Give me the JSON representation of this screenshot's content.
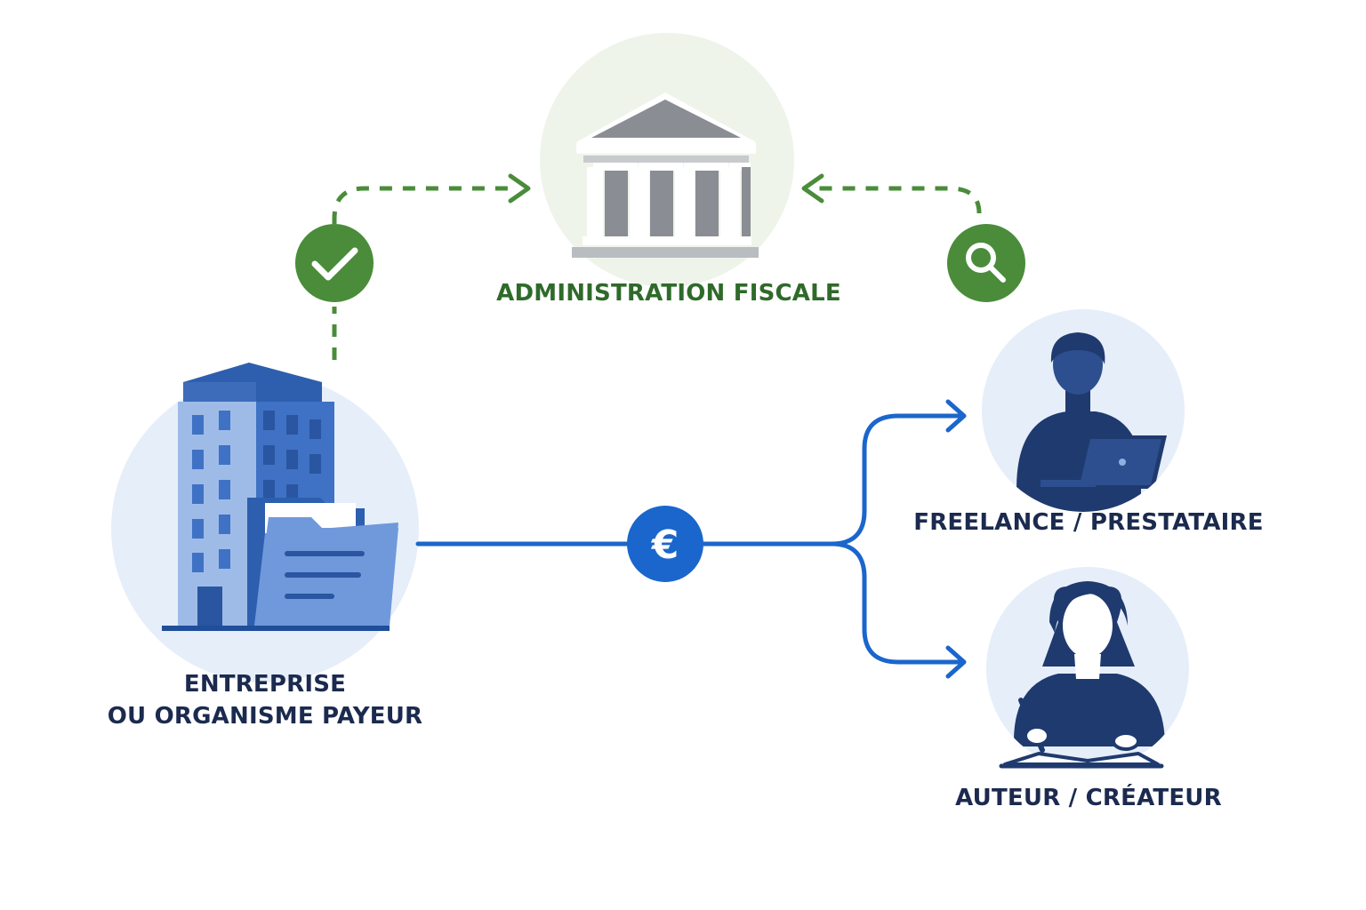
{
  "nodes": {
    "tax_admin": {
      "label": "ADMINISTRATION FISCALE",
      "icon": "government-building-icon"
    },
    "company": {
      "label_line1": "ENTREPRISE",
      "label_line2": "OU ORGANISME PAYEUR",
      "icon": "office-building-icon",
      "secondary_icon": "document-folder-icon"
    },
    "freelance": {
      "label": "FREELANCE / PRESTATAIRE",
      "icon": "person-laptop-icon"
    },
    "author": {
      "label": "AUTEUR / CRÉATEUR",
      "icon": "person-writing-icon"
    }
  },
  "badges": {
    "declaration": {
      "icon": "checkmark-icon"
    },
    "control": {
      "icon": "magnifier-icon"
    },
    "payment": {
      "icon": "euro-icon",
      "glyph": "€"
    }
  },
  "colors": {
    "green": "#4a8c3a",
    "green_text": "#2f6a2a",
    "blue": "#1a66cc",
    "navy": "#1b2a4e",
    "building_blue": "#3f72c4",
    "circle_blue_bg": "#e6eef9",
    "circle_green_bg": "#eef4ea",
    "temple_gray": "#8a8d93"
  }
}
